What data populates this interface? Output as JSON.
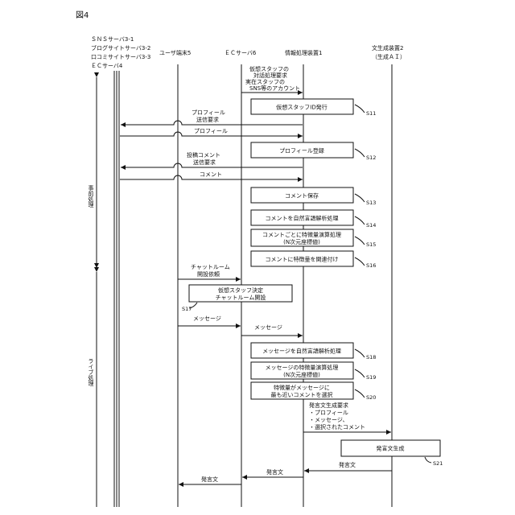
{
  "figure_label": "図4",
  "headers": {
    "sns_line1": "ＳＮＳサーバ3-1",
    "sns_line2": "ブログサイトサーバ3-2",
    "sns_line3": "口コミサイトサーバ3-3",
    "sns_line4": "ＥＣサーバ4",
    "user": "ユーザ端末5",
    "ec": "ＥＣサーバ6",
    "info": "情報処理装置1",
    "gen_line1": "文生成装置2",
    "gen_line2": "（生成ＡＩ）"
  },
  "phases": {
    "pre": "事前処理",
    "live": "ライブ処理"
  },
  "messages": {
    "virtual_staff_req_1": "仮想スタッフの",
    "virtual_staff_req_2": "対話処理要求",
    "virtual_staff_req_3": "実在スタッフの",
    "virtual_staff_req_4": "SNS等のアカウント",
    "profile_req_1": "プロフィール",
    "profile_req_2": "送信要求",
    "profile": "プロフィール",
    "comment_req_1": "投稿コメント",
    "comment_req_2": "送信要求",
    "comment": "コメント",
    "chat_open_1": "チャットルーム",
    "chat_open_2": "開設依頼",
    "message_user": "メッセージ",
    "message_ec": "メッセージ",
    "gen_req_1": "発言文生成要求",
    "gen_req_2": "・プロフィール",
    "gen_req_3": "・メッセージ、",
    "gen_req_4": "・選択されたコメント",
    "utter_gen": "発言文",
    "utter_info": "発言文",
    "utter_ec": "発言文"
  },
  "boxes": {
    "s11": "仮想スタッフID発行",
    "s12": "プロフィール登録",
    "s13": "コメント保存",
    "s14": "コメントを自然言語解析処理",
    "s15_1": "コメントごとに特徴量演算処理",
    "s15_2": "(N次元座標値)",
    "s16": "コメントに特徴量を関連付け",
    "s17_1": "仮想スタッフ決定",
    "s17_2": "チャットルーム開設",
    "s18": "メッセージを自然言語解析処理",
    "s19_1": "メッセージの特徴量演算処理",
    "s19_2": "(N次元座標値)",
    "s20_1": "特徴量がメッセージに",
    "s20_2": "最も近いコメントを選択",
    "s21": "発言文生成"
  },
  "steps": {
    "s11": "S11",
    "s12": "S12",
    "s13": "S13",
    "s14": "S14",
    "s15": "S15",
    "s16": "S16",
    "s17": "S17",
    "s18": "S18",
    "s19": "S19",
    "s20": "S20",
    "s21": "S21"
  }
}
